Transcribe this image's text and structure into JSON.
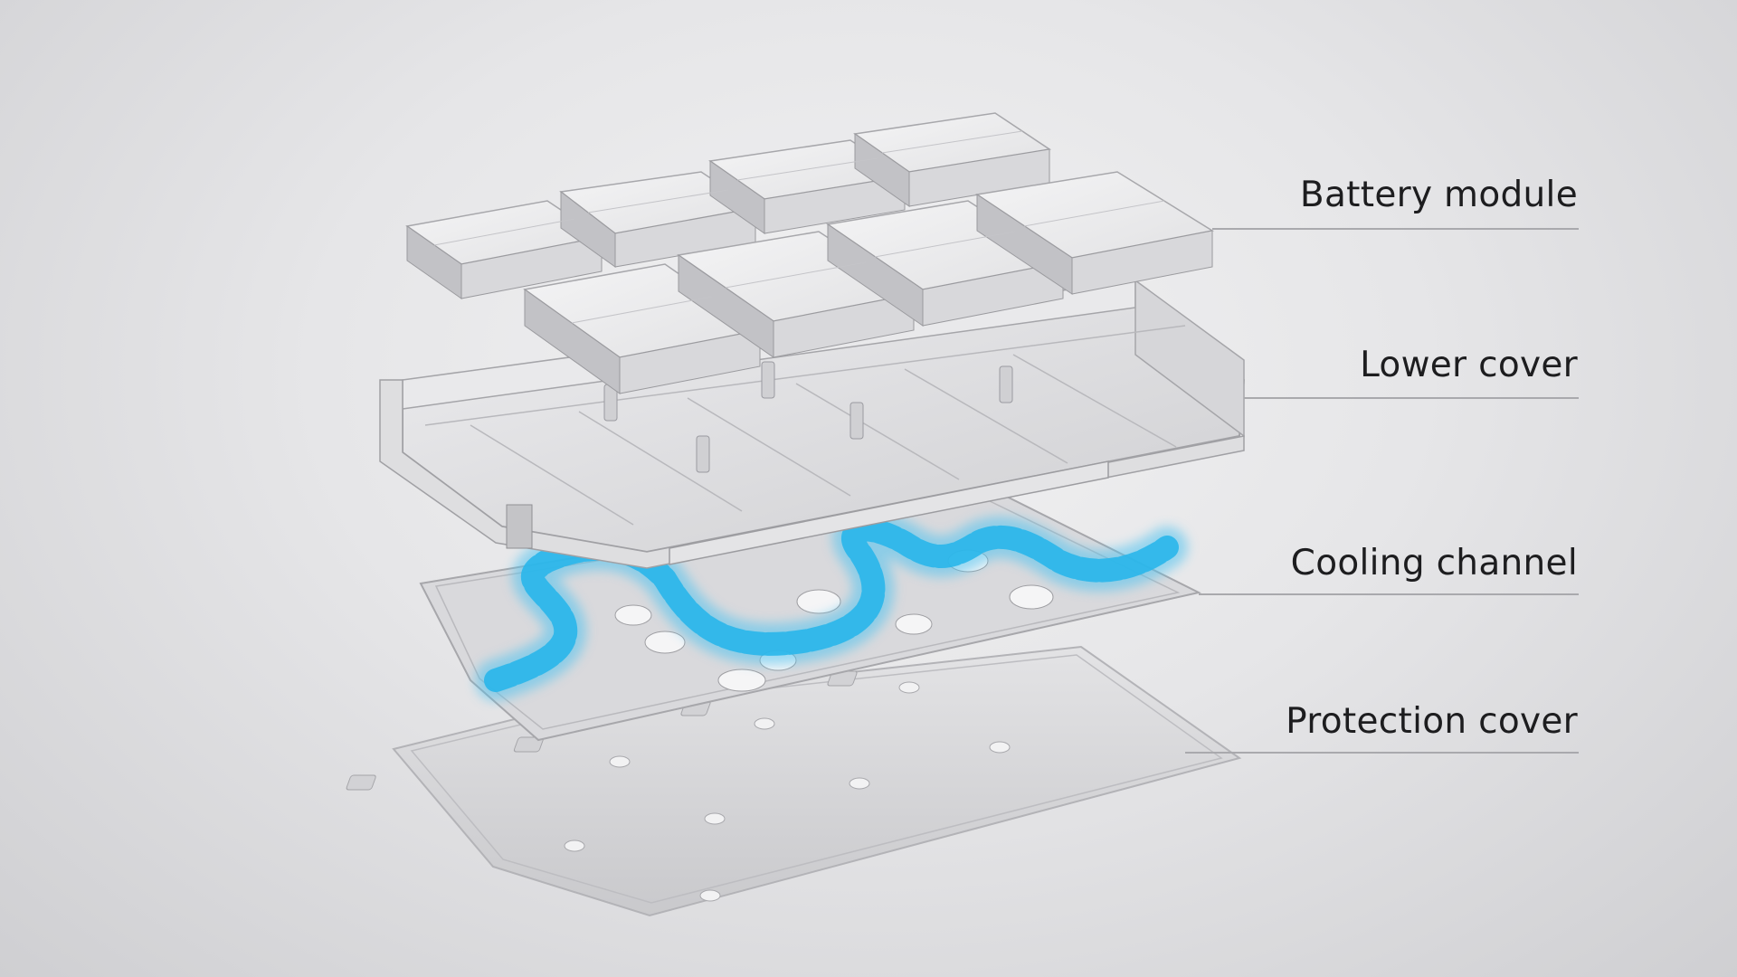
{
  "labels": {
    "battery_module": "Battery module",
    "lower_cover": "Lower cover",
    "cooling_channel": "Cooling channel",
    "protection_cover": "Protection cover"
  },
  "colors": {
    "background": "#e6e6e8",
    "text": "#1d1d1f",
    "leader_line": "#a9a9ad",
    "coolant": "#29b6ea",
    "metal": "#dcdcde"
  }
}
